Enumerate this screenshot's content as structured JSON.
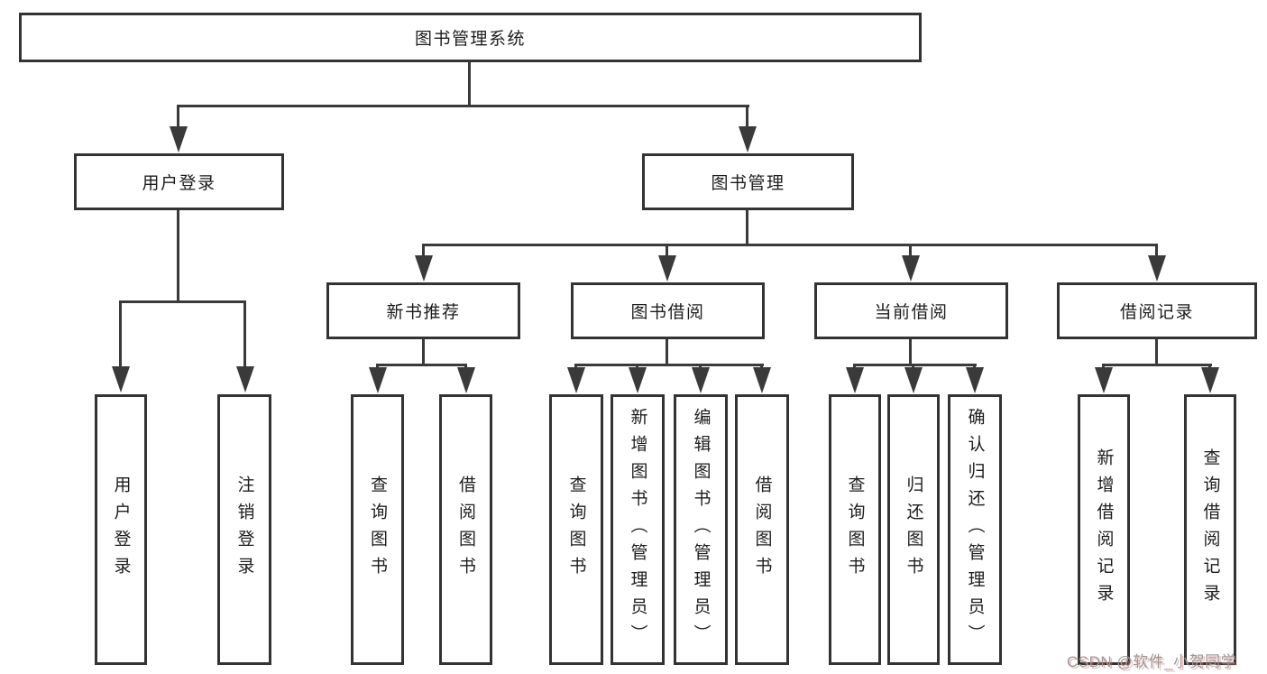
{
  "tree": {
    "label": "图书管理系统",
    "children": [
      {
        "label": "用户登录",
        "children": [
          {
            "label": "用户登录"
          },
          {
            "label": "注销登录"
          }
        ]
      },
      {
        "label": "图书管理",
        "children": [
          {
            "label": "新书推荐",
            "children": [
              {
                "label": "查询图书"
              },
              {
                "label": "借阅图书"
              }
            ]
          },
          {
            "label": "图书借阅",
            "children": [
              {
                "label": "查询图书"
              },
              {
                "label": "新增图书（管理员）"
              },
              {
                "label": "编辑图书（管理员）"
              },
              {
                "label": "借阅图书"
              }
            ]
          },
          {
            "label": "当前借阅",
            "children": [
              {
                "label": "查询图书"
              },
              {
                "label": "归还图书"
              },
              {
                "label": "确认归还（管理员）"
              }
            ]
          },
          {
            "label": "借阅记录",
            "children": [
              {
                "label": "新增借阅记录"
              },
              {
                "label": "查询借阅记录"
              }
            ]
          }
        ]
      }
    ]
  },
  "watermark": {
    "text": "CSDN @软件_小贺同学"
  },
  "colors": {
    "background": "#ffffff",
    "box_border": "#333333",
    "connector": "#3a3a3a",
    "text": "#1d1d1d",
    "watermark_gray": "#9a9a9a",
    "watermark_red": "#d96a6a"
  }
}
